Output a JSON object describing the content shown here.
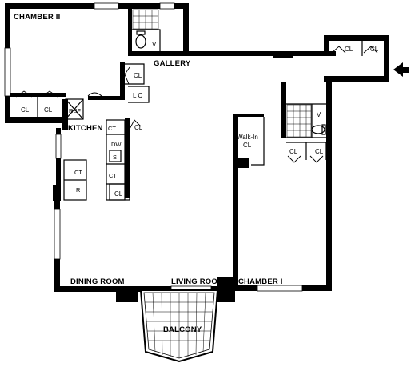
{
  "plan": {
    "rooms": {
      "chamber_2": "CHAMBER II",
      "gallery": "GALLERY",
      "kitchen": "KITCHEN",
      "dining_room": "DINING ROOM",
      "living_room": "LIVING ROOM",
      "chamber_1": "CHAMBER I",
      "balcony": "BALCONY",
      "walk_in_1": "Walk-In",
      "walk_in_2": "CL"
    },
    "closet": "CL",
    "linen_closet": "L C",
    "vanity": "V",
    "fixtures": {
      "ref": "REF",
      "dw": "DW",
      "sink": "S",
      "ct": "CT",
      "range": "R"
    }
  }
}
